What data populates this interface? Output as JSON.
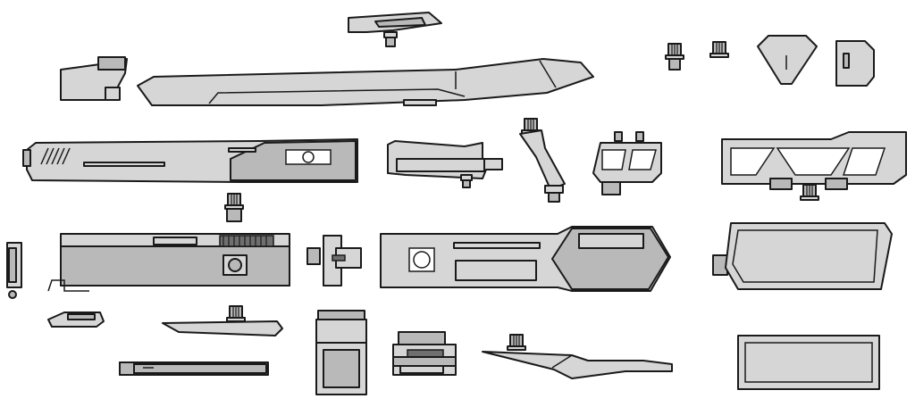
{
  "colors": {
    "ink": "#1a1a1a",
    "light": "#d6d6d6",
    "mid": "#b9b9b9",
    "dark": "#6f6f6f"
  },
  "parts": [
    {
      "icon": "scope-part"
    },
    {
      "icon": "rear-sight-block"
    },
    {
      "icon": "long-barrel-shroud"
    },
    {
      "icon": "short-knob-peg"
    },
    {
      "icon": "knob-peg"
    },
    {
      "icon": "triangular-plate"
    },
    {
      "icon": "square-plate"
    },
    {
      "icon": "receiver-body"
    },
    {
      "icon": "grip-bracket"
    },
    {
      "icon": "curved-arm"
    },
    {
      "icon": "frame-mount-small"
    },
    {
      "icon": "frame-mount-large"
    },
    {
      "icon": "knob-connector"
    },
    {
      "icon": "vertical-clip"
    },
    {
      "icon": "lower-receiver-panel"
    },
    {
      "icon": "joint-hub"
    },
    {
      "icon": "hexagonal-shield-panel"
    },
    {
      "icon": "angled-shield-panel"
    },
    {
      "icon": "small-slide-clip"
    },
    {
      "icon": "blade-fin"
    },
    {
      "icon": "canister-box"
    },
    {
      "icon": "speaker-box"
    },
    {
      "icon": "cylinder-rod"
    },
    {
      "icon": "wing-blade"
    },
    {
      "icon": "flat-rectangular-plate"
    }
  ]
}
